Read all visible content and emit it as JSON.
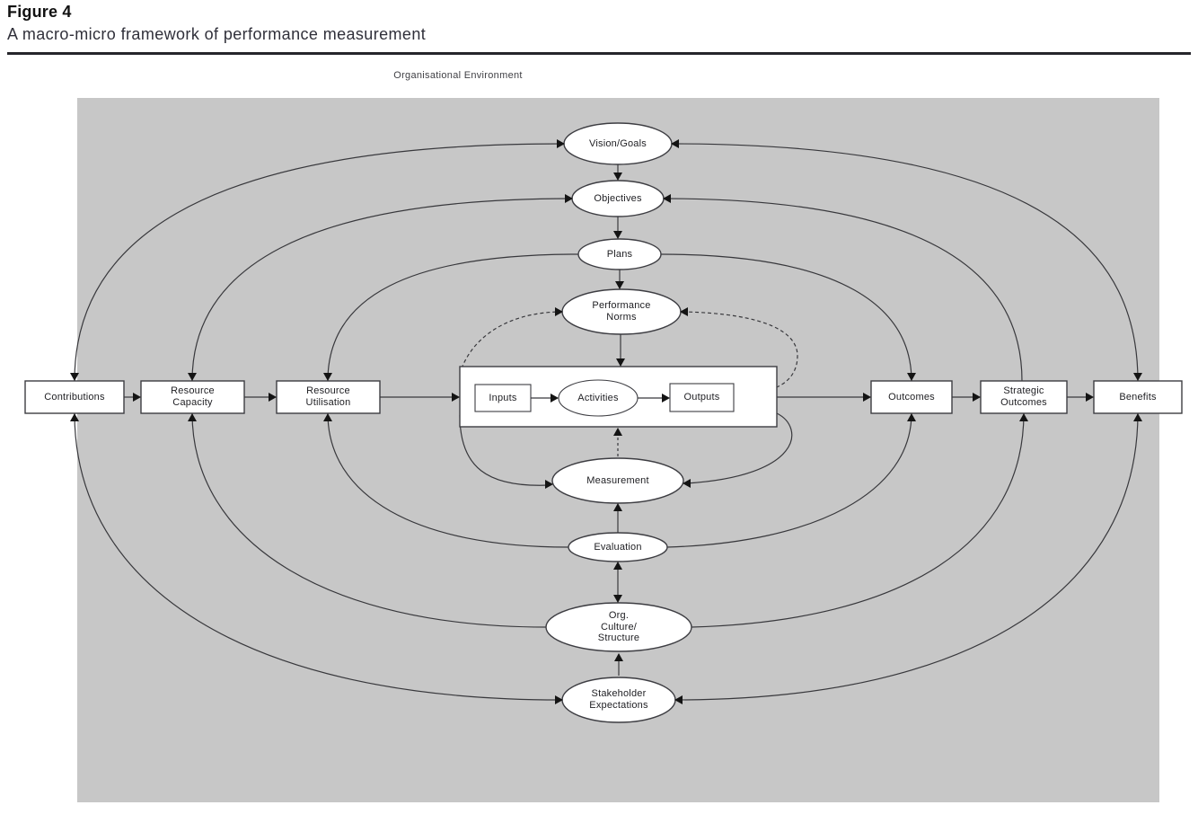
{
  "figure": {
    "label": "Figure 4",
    "title": "A macro-micro framework of performance measurement"
  },
  "environment": {
    "label": "Organisational Environment"
  },
  "nodes": {
    "contributions": "Contributions",
    "resource_capacity": "Resource\nCapacity",
    "resource_utilisation": "Resource\nUtilisation",
    "inputs": "Inputs",
    "activities": "Activities",
    "outputs": "Outputs",
    "outcomes": "Outcomes",
    "strategic_outcomes": "Strategic\nOutcomes",
    "benefits": "Benefits",
    "vision_goals": "Vision/Goals",
    "objectives": "Objectives",
    "plans": "Plans",
    "performance_norms": "Performance\nNorms",
    "measurement": "Measurement",
    "evaluation": "Evaluation",
    "org_culture_structure": "Org.\nCulture/\nStructure",
    "stakeholder_expectations": "Stakeholder\nExpectations"
  },
  "colors": {
    "page_background": "#ffffff",
    "panel_background": "#c7c7c7",
    "node_fill": "#ffffff",
    "line": "#38383c",
    "arrowhead": "#141414",
    "text": "#1e1e22"
  }
}
